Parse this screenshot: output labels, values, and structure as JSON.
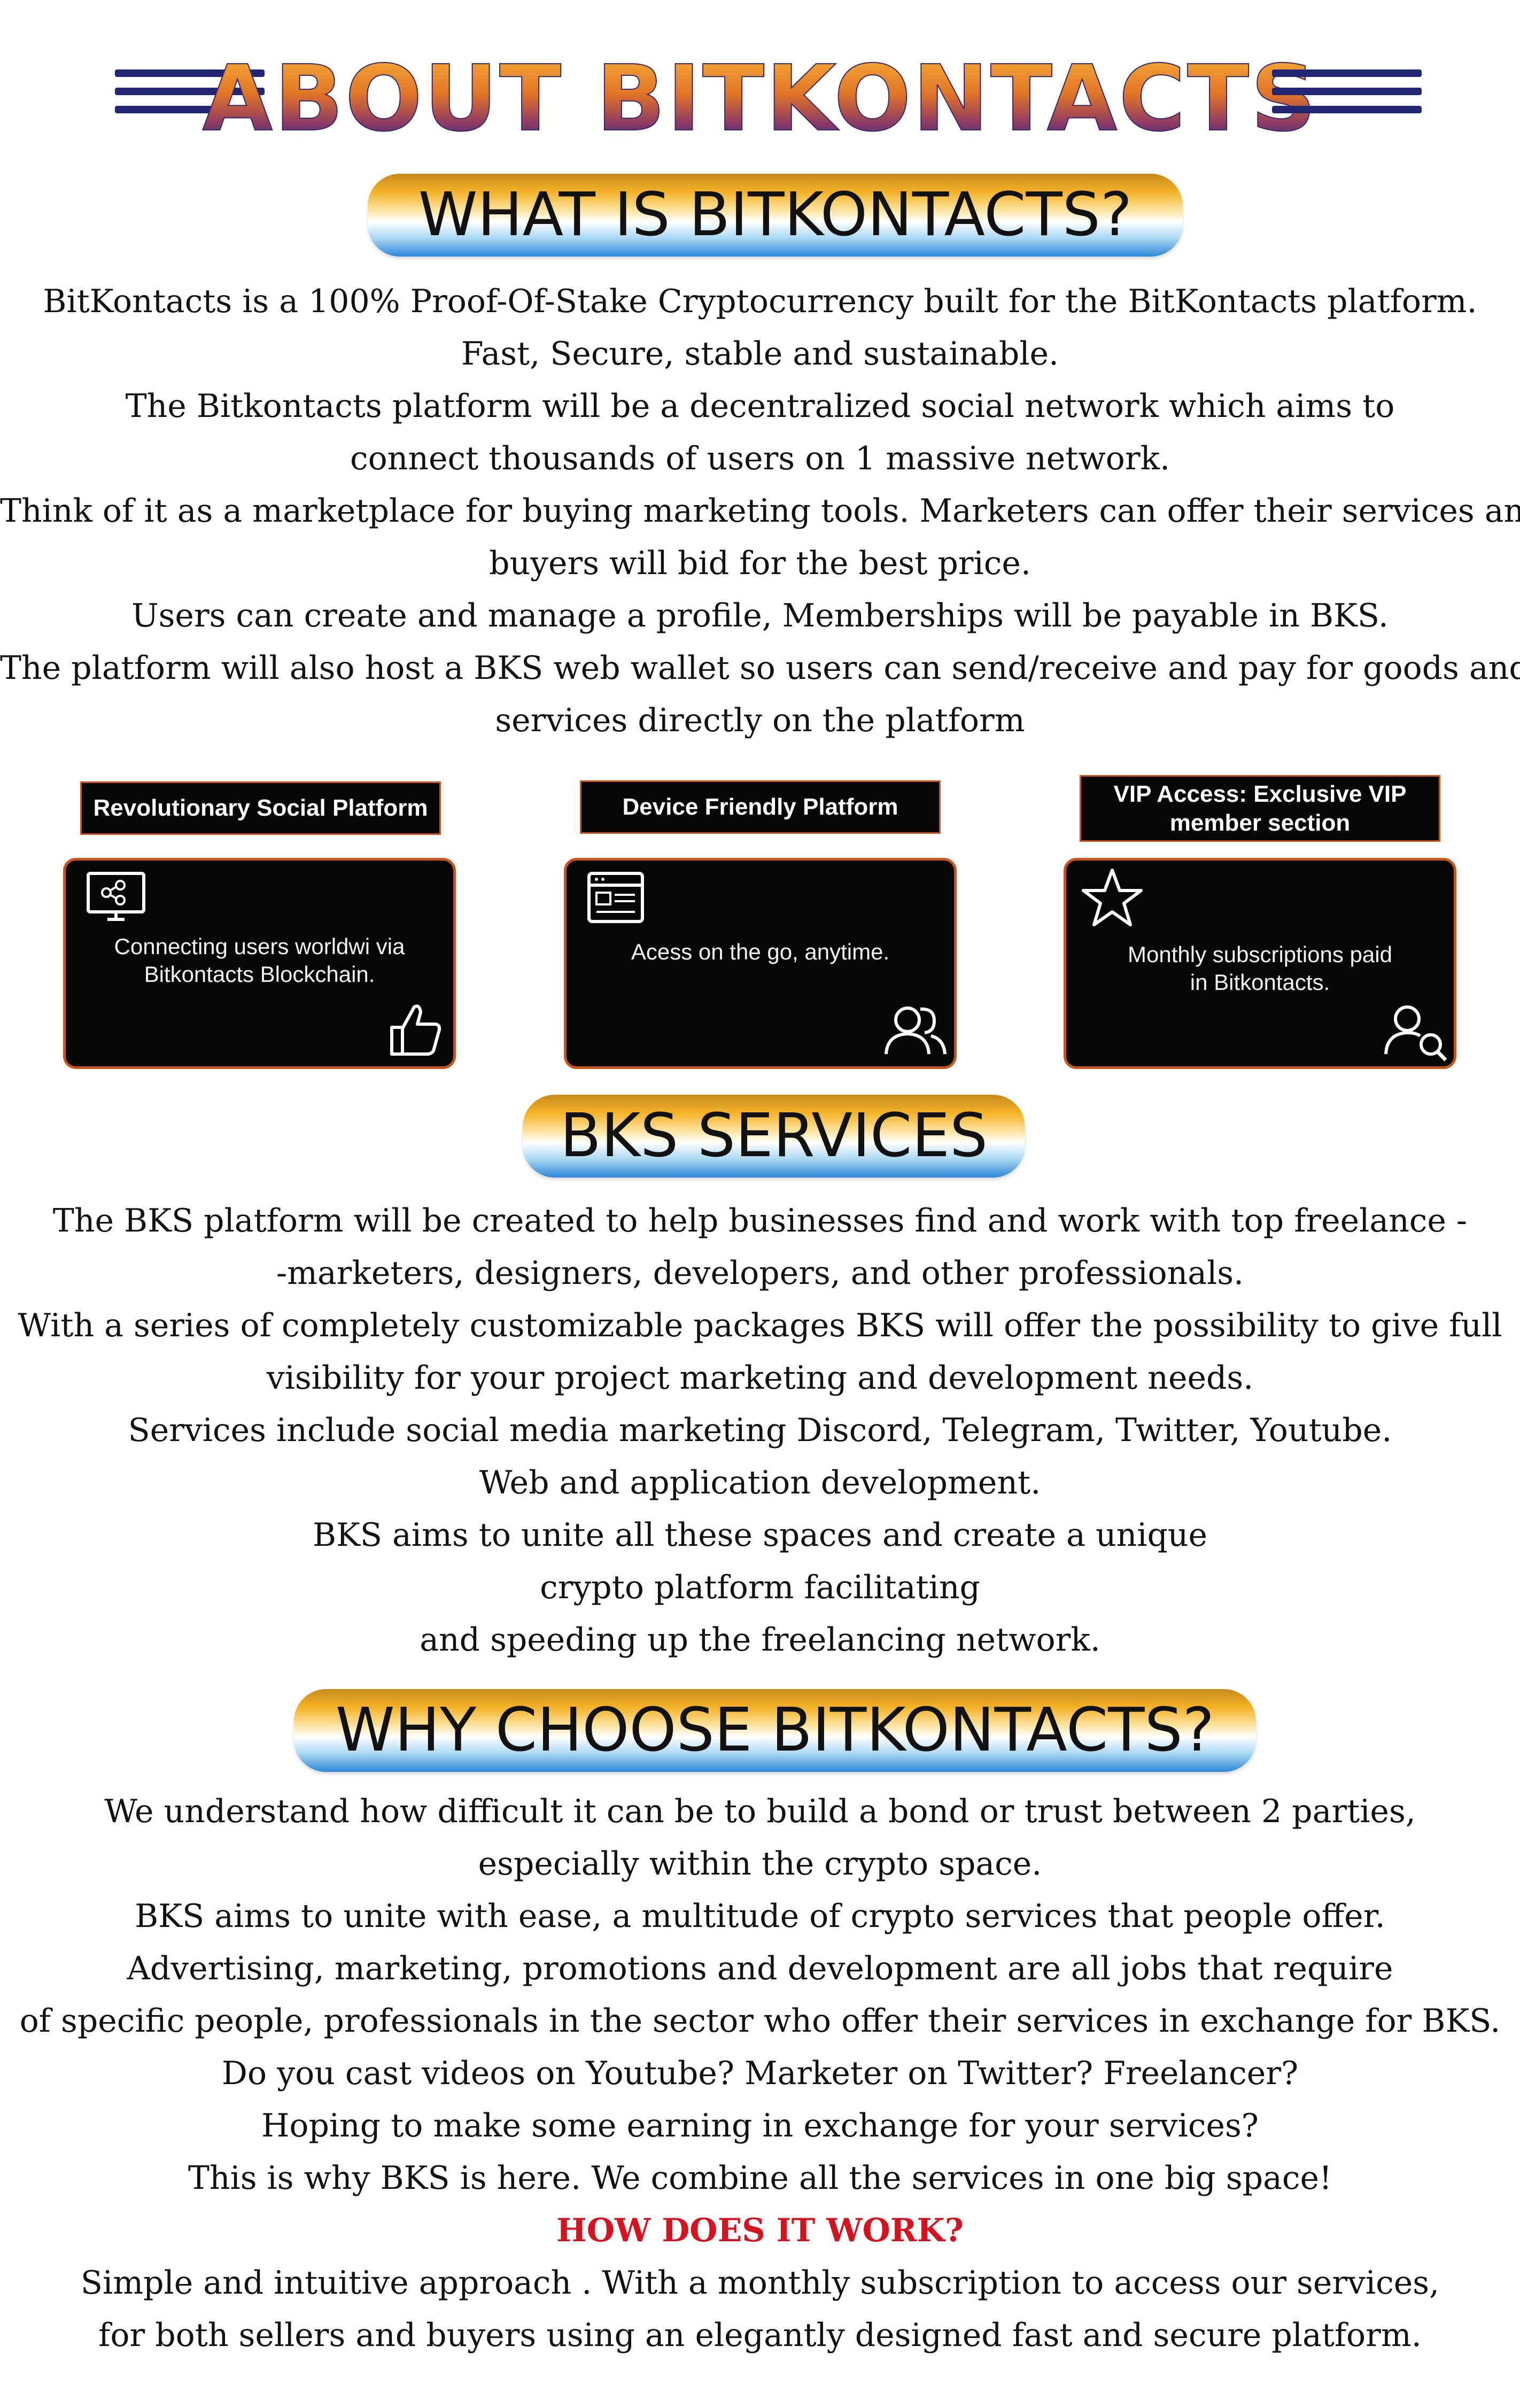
{
  "header": {
    "title": "ABOUT BITKONTACTS"
  },
  "section1": {
    "title": "WHAT IS BITKONTACTS?",
    "lines": [
      "BitKontacts is a 100% Proof-Of-Stake Cryptocurrency built for the BitKontacts platform.",
      "Fast, Secure, stable and sustainable.",
      "The Bitkontacts platform will be a decentralized social network which aims to",
      "connect thousands of users on 1 massive network.",
      "Think of it as a marketplace for buying marketing tools. Marketers can offer their services and",
      "buyers will bid for the best price.",
      "Users can create and manage a profile, Memberships will be  payable in BKS.",
      "The platform will also host a BKS web wallet so users can send/receive and pay for goods and",
      "services directly on the platform"
    ]
  },
  "features": [
    {
      "label": "Revolutionary Social Platform",
      "text_lines": [
        "Connecting users worldwi via",
        "Bitkontacts Blockchain."
      ],
      "icon_top": "monitor-share-icon",
      "icon_bottom": "thumbs-up-icon"
    },
    {
      "label": "Device Friendly Platform",
      "text_lines": [
        "Acess on the go, anytime."
      ],
      "icon_top": "browser-window-icon",
      "icon_bottom": "users-icon"
    },
    {
      "label_lines": [
        "VIP Access: Exclusive VIP",
        "member section"
      ],
      "text_lines": [
        "Monthly subscriptions paid",
        "in Bitkontacts."
      ],
      "icon_top": "star-icon",
      "icon_bottom": "user-search-icon"
    }
  ],
  "section2": {
    "title": "BKS SERVICES",
    "lines": [
      "The BKS platform will be created to help businesses find and work with top freelance -",
      "-marketers, designers, developers, and other professionals.",
      "With a series of completely customizable packages BKS will offer the possibility to give full",
      "visibility for your project marketing and development needs.",
      "Services include social media marketing Discord, Telegram, Twitter, Youtube.",
      "Web and application development.",
      "BKS aims to unite all these spaces and create a unique",
      "crypto platform facilitating",
      "and speeding up the freelancing network."
    ]
  },
  "section3": {
    "title": "WHY CHOOSE BITKONTACTS?",
    "lines": [
      "We understand how difficult it can be to build a bond or trust between 2 parties,",
      "especially within the crypto space.",
      "BKS aims to unite with ease, a multitude of crypto services that people offer.",
      "Advertising, marketing, promotions and development are all jobs that require",
      "of specific people, professionals in the sector who offer their services in exchange for BKS.",
      "Do you cast videos on Youtube? Marketer on Twitter? Freelancer?",
      "Hoping to make some earning in exchange for your services?",
      "This is why BKS is here. We combine all the services in one big space!"
    ],
    "subheading": "HOW DOES IT WORK?",
    "closing_lines": [
      "Simple and intuitive approach . With a monthly subscription to access our services,",
      "for both sellers and buyers using an elegantly designed fast and secure platform."
    ]
  },
  "colors": {
    "accent_orange": "#e0742a",
    "navy": "#202673",
    "card_border": "#c8551c",
    "red": "#d6121f"
  }
}
